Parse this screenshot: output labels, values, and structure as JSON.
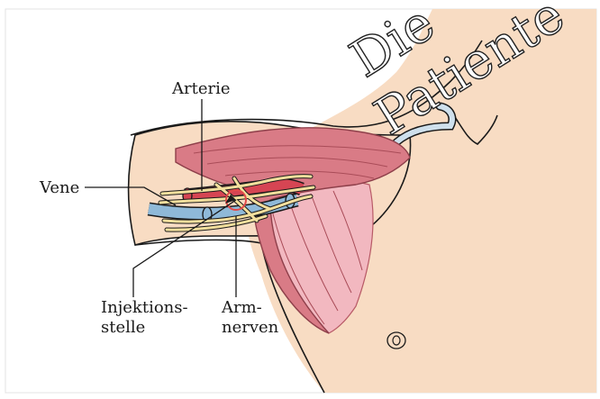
{
  "labels": {
    "arterie": "Arterie",
    "vene": "Vene",
    "injektion_line1": "Injektions-",
    "injektion_line2": "stelle",
    "armnerven_line1": "Arm-",
    "armnerven_line2": "nerven"
  },
  "watermark": {
    "line1": "Die",
    "line2": "Patiente"
  },
  "colors": {
    "skin": "#f8dcc3",
    "skin_outline": "#1a1a1a",
    "muscle": "#d97b86",
    "muscle_light": "#f2b8c0",
    "artery": "#d64553",
    "vein": "#8fb9d8",
    "nerve": "#f3df9d",
    "collarbone": "#cfe0ec"
  }
}
